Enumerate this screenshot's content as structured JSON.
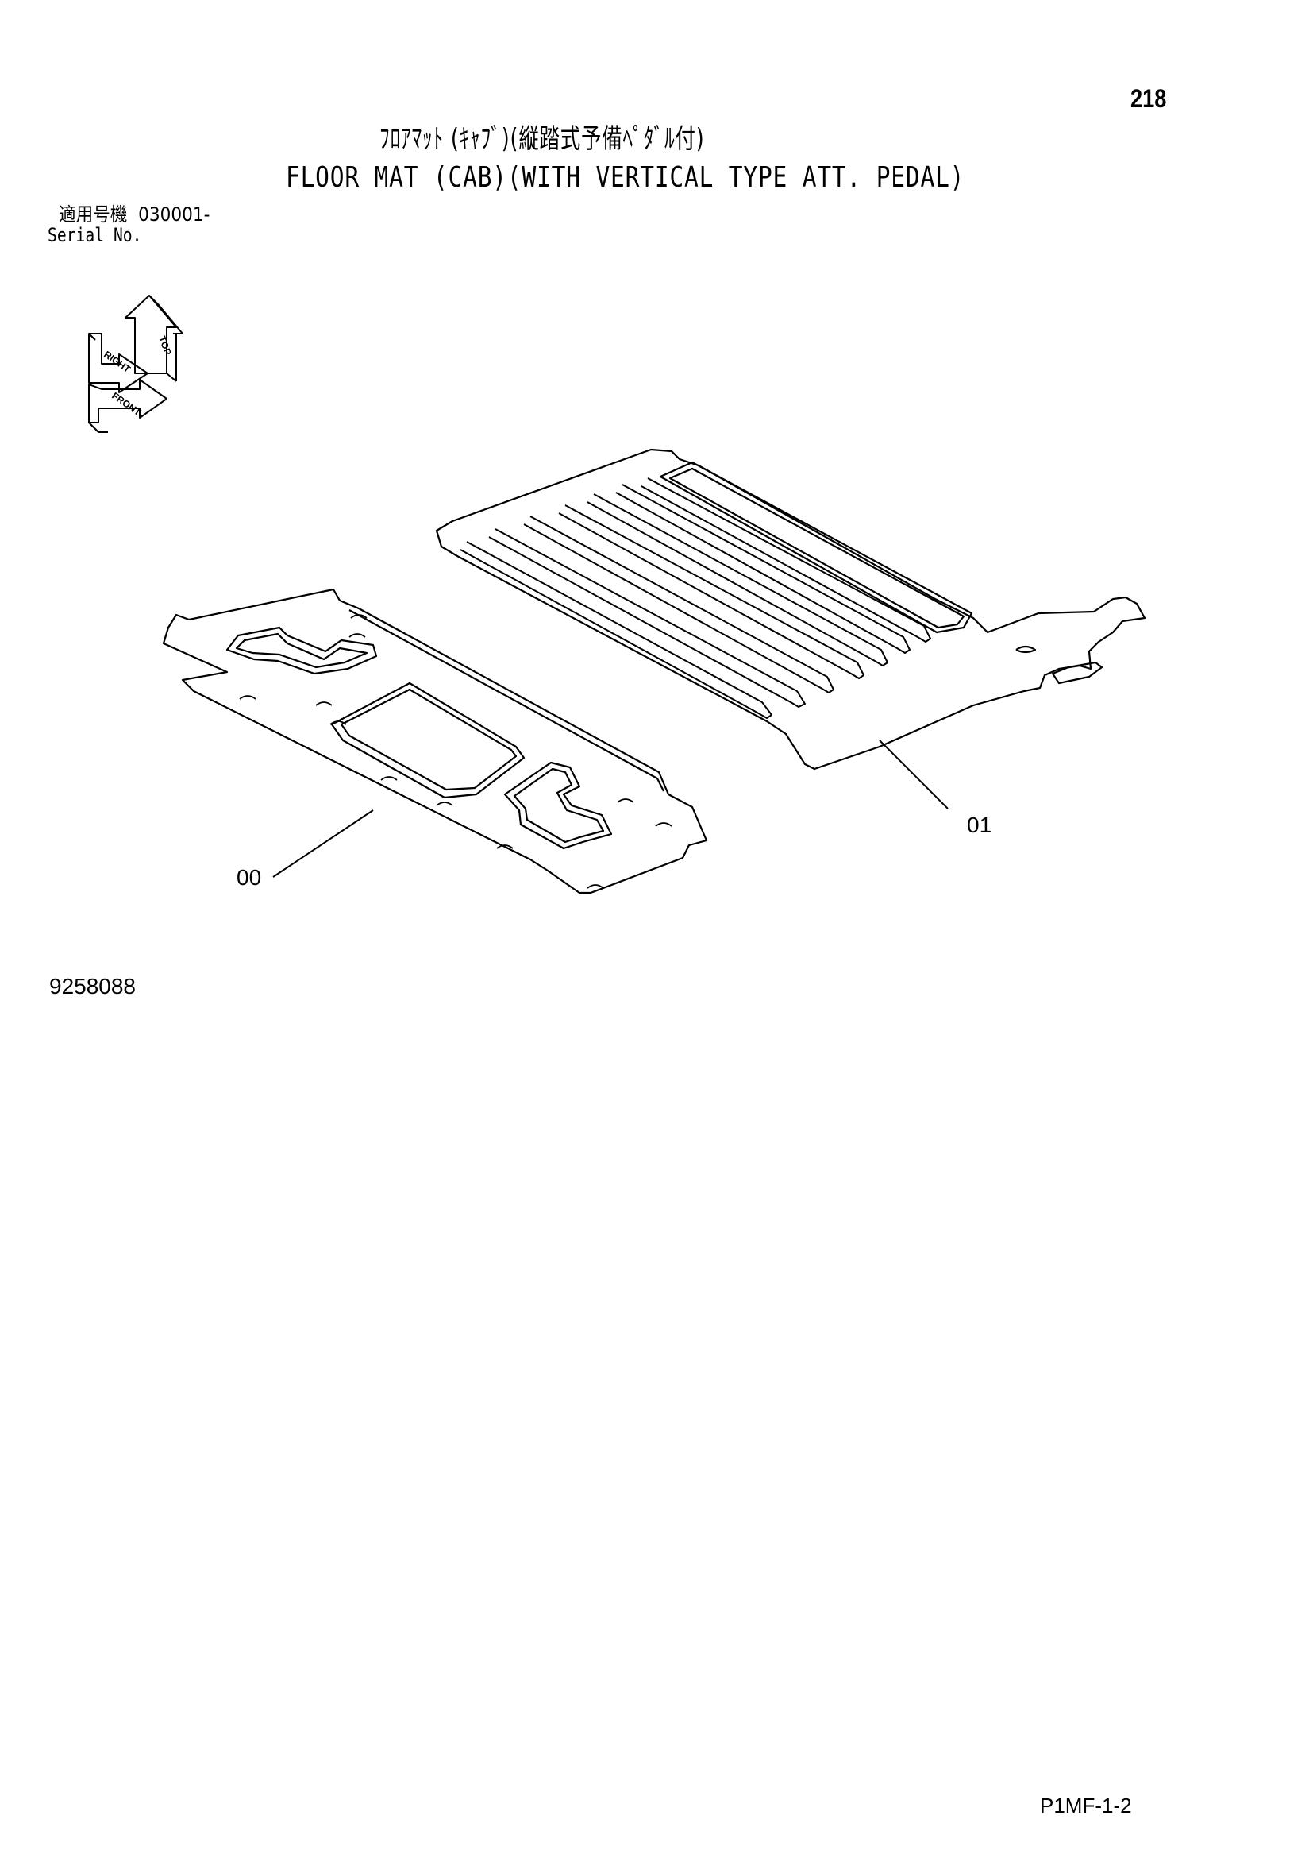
{
  "header": {
    "page_number": "218",
    "title_jp": "ﾌﾛｱﾏｯﾄ (ｷｬﾌﾞ)(縦踏式予備ﾍﾟﾀﾞﾙ付)",
    "title_en": "FLOOR MAT (CAB)(WITH VERTICAL TYPE ATT. PEDAL)",
    "serial_label_jp": "適用号機",
    "serial_value": "030001-",
    "serial_label_en": "Serial No."
  },
  "orientation": {
    "top": "TOP",
    "right": "RIGHT",
    "front": "FRONT"
  },
  "callouts": {
    "part_00": "00",
    "part_01": "01"
  },
  "footer": {
    "drawing_number": "9258088",
    "page_code": "P1MF-1-2"
  }
}
